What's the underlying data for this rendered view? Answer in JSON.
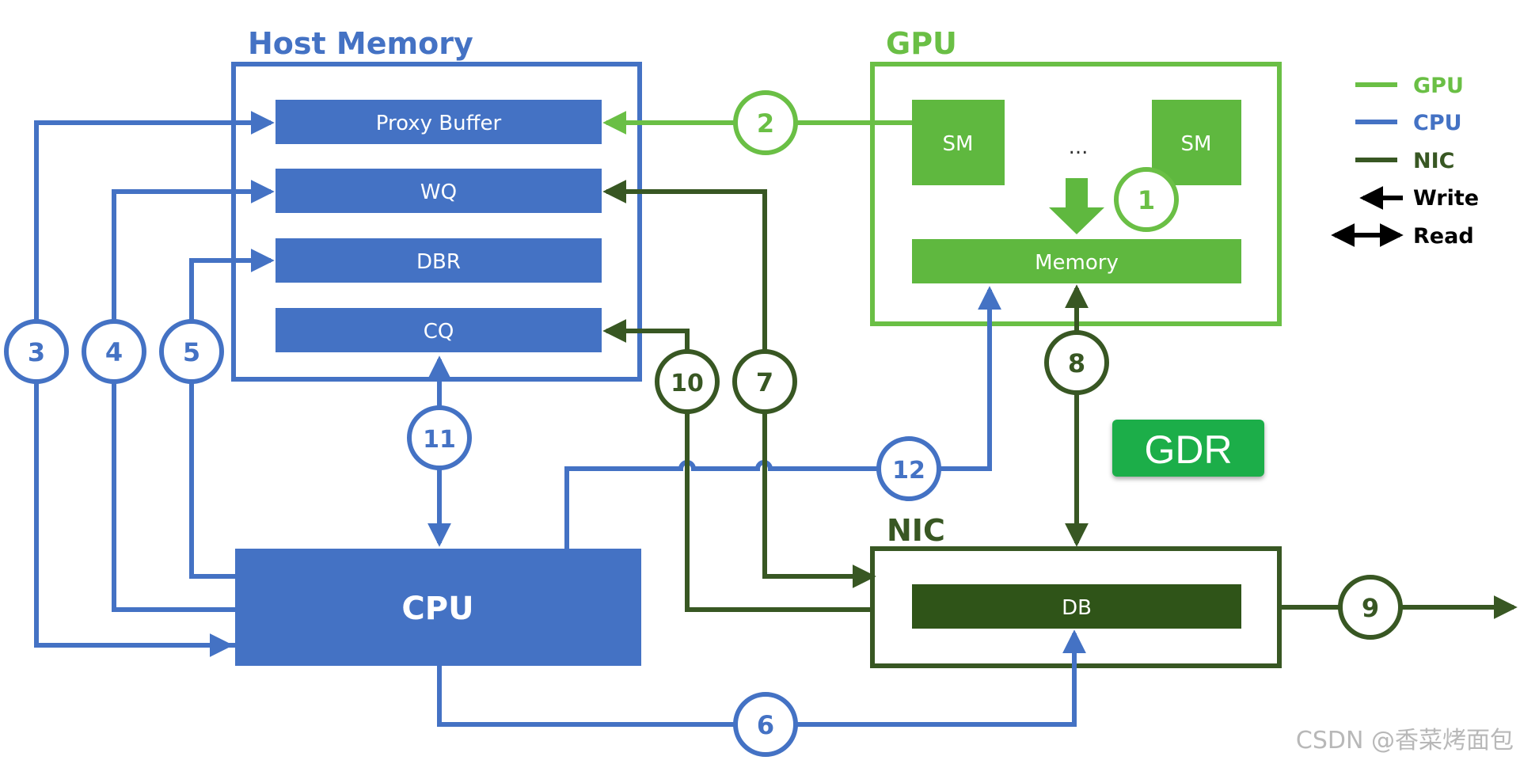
{
  "colors": {
    "cpu": "#4472c4",
    "gpu": "#6abf45",
    "nic": "#385723",
    "cpu_box": "#4472c4",
    "gpu_fill": "#5fb83f",
    "nic_fill": "#2f5418",
    "gdr": "#1aae48"
  },
  "titles": {
    "host_memory": "Host Memory",
    "gpu": "GPU",
    "nic": "NIC"
  },
  "host": {
    "proxy_buffer": "Proxy Buffer",
    "wq": "WQ",
    "dbr": "DBR",
    "cq": "CQ"
  },
  "gpu": {
    "sm_left": "SM",
    "sm_right": "SM",
    "ellipsis": "...",
    "memory": "Memory"
  },
  "nic": {
    "db": "DB"
  },
  "cpu": {
    "label": "CPU"
  },
  "gdr": "GDR",
  "steps": [
    "1",
    "2",
    "3",
    "4",
    "5",
    "6",
    "7",
    "8",
    "9",
    "10",
    "11",
    "12"
  ],
  "legend": {
    "gpu": "GPU",
    "cpu": "CPU",
    "nic": "NIC",
    "write": "Write",
    "read": "Read"
  },
  "watermark": "CSDN @香菜烤面包"
}
